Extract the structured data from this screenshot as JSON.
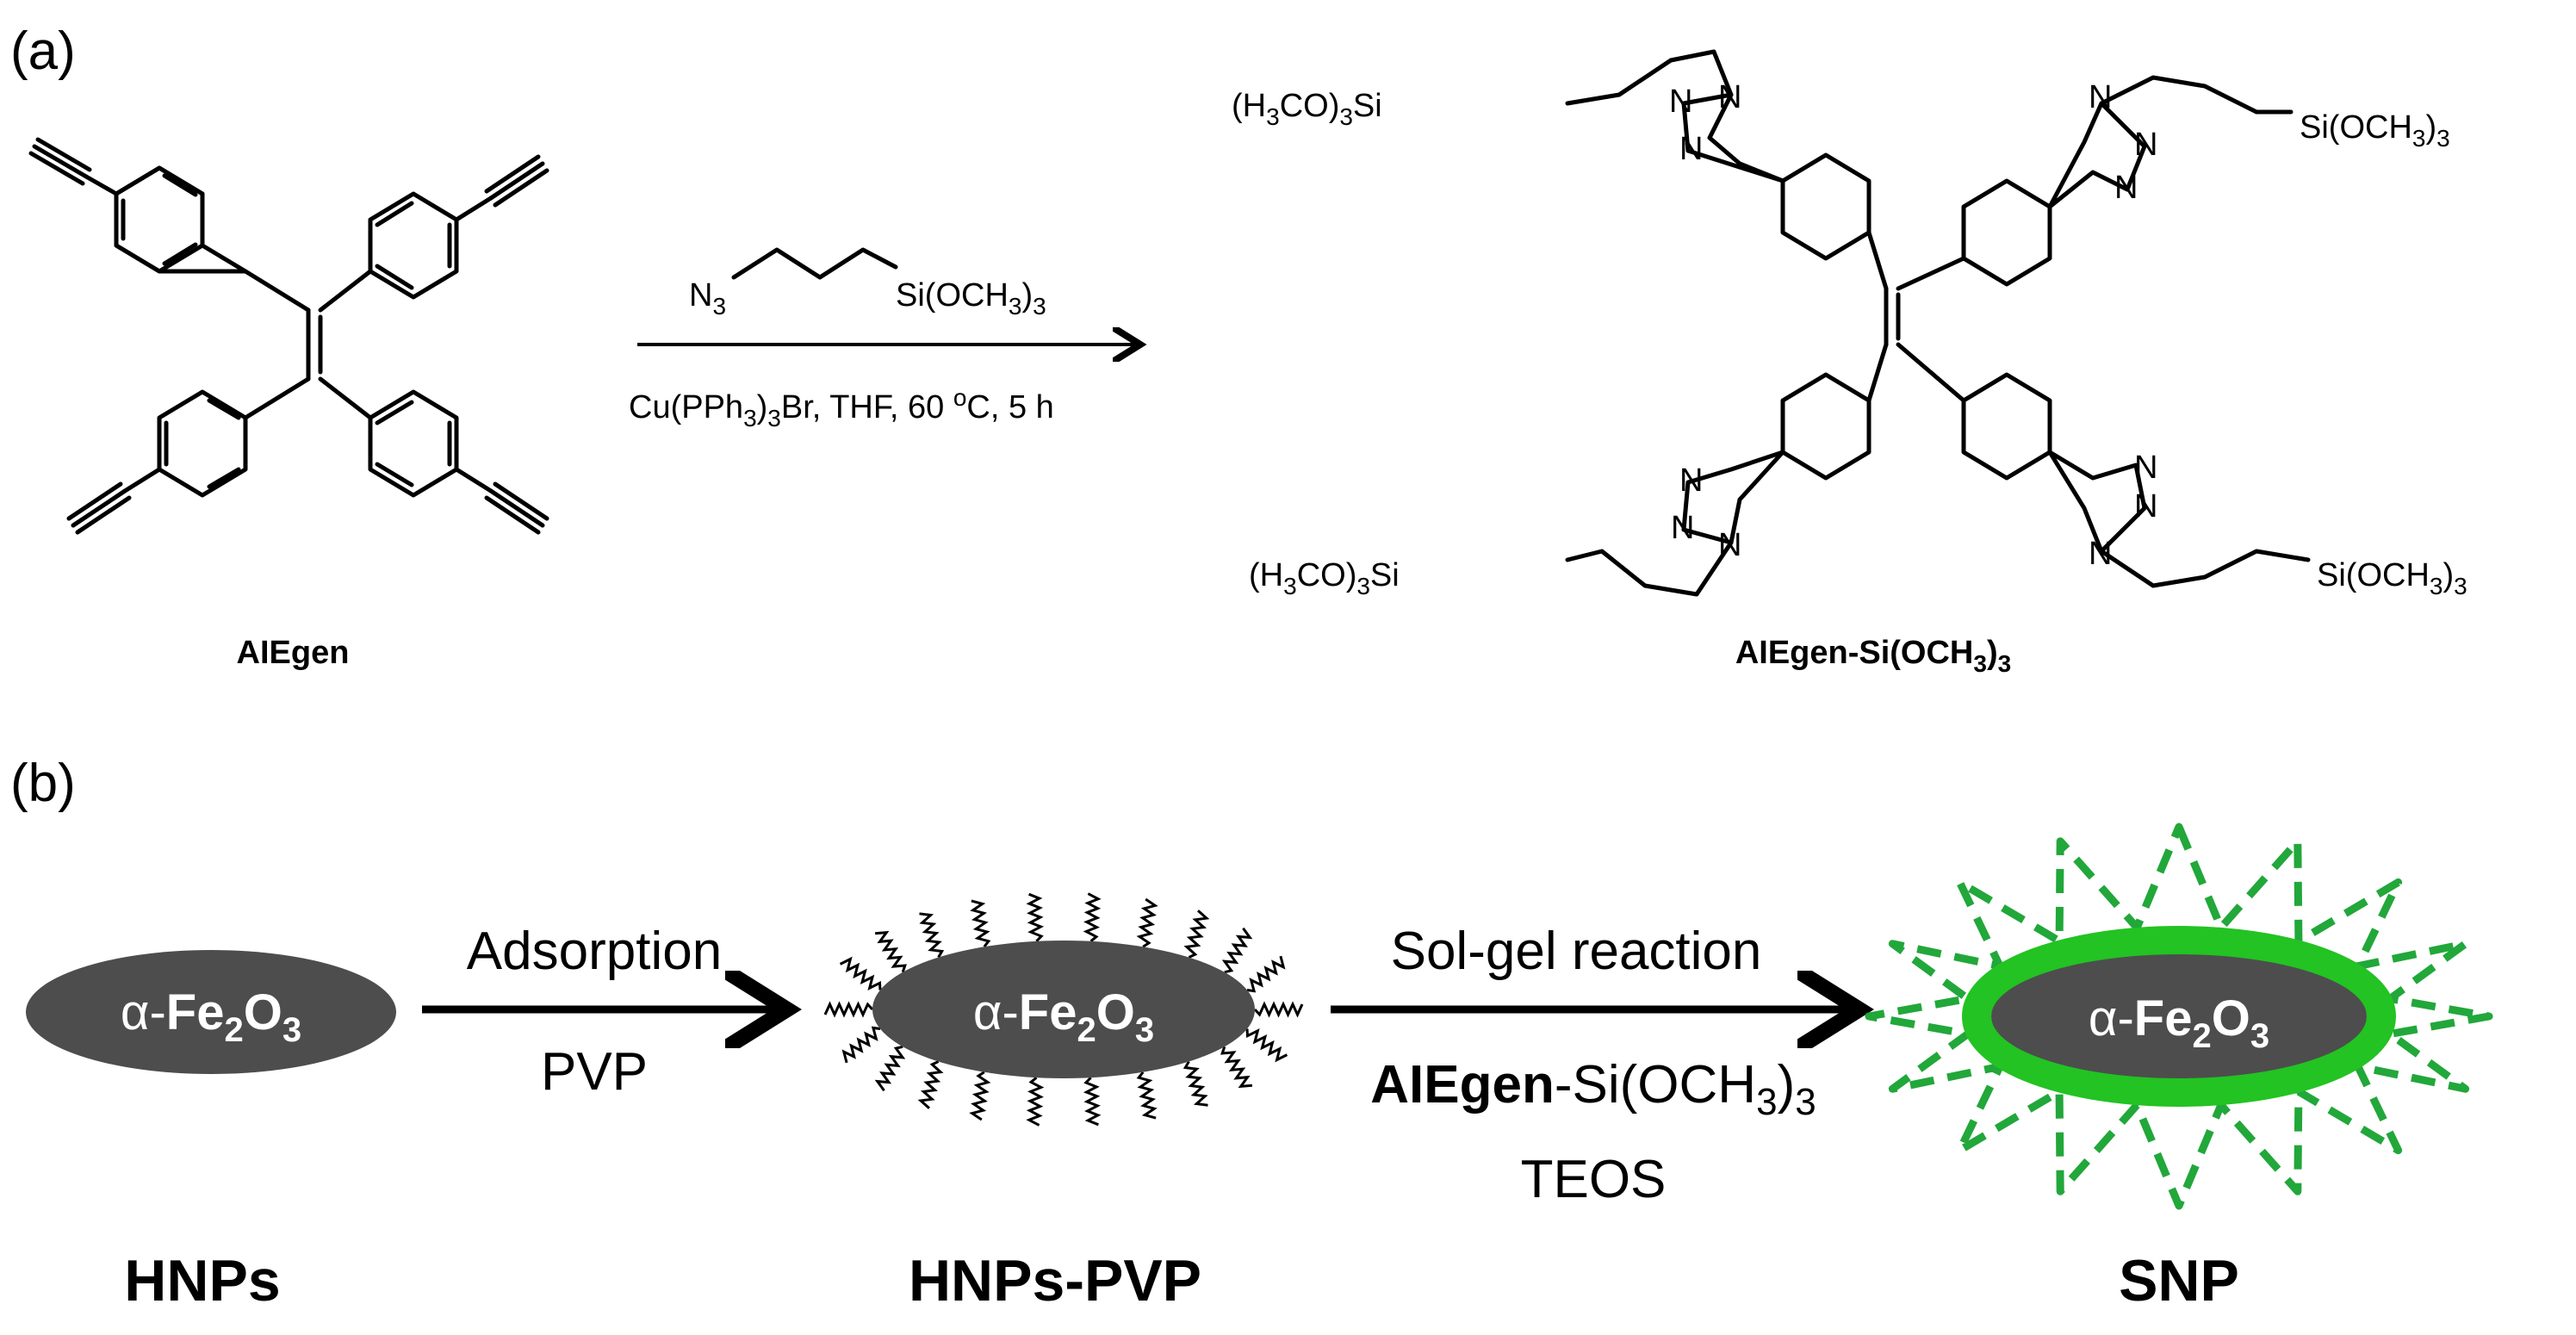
{
  "panel_a": {
    "label": "(a)",
    "reactant_name": "AIEgen",
    "product_name": "AIEgen-Si(OCH3)3",
    "reagent": "N3 Si(OCH3)3",
    "conditions": "Cu(PPh3)3Br, THF, 60 oC, 5 h",
    "substituents": {
      "top_left": "(H3CO)3Si",
      "top_right": "Si(OCH3)3",
      "bottom_left": "(H3CO)3Si",
      "bottom_right": "Si(OCH3)3"
    },
    "atom_N": "N"
  },
  "panel_b": {
    "label": "(b)",
    "core_label": "α-Fe2O3",
    "step1_top": "Adsorption",
    "step1_bottom": "PVP",
    "step2_top": "Sol-gel reaction",
    "step2_reagent_bold": "AIEgen",
    "step2_reagent_rest": "-Si(OCH3)3",
    "step2_bottom": "TEOS",
    "stage1_name": "HNPs",
    "stage2_name": "HNPs-PVP",
    "stage3_name": "SNP",
    "colors": {
      "core": "#4d4d4d",
      "shell": "#22c322",
      "dashed_star": "#22a73a",
      "text_on_core": "#ffffff"
    }
  }
}
